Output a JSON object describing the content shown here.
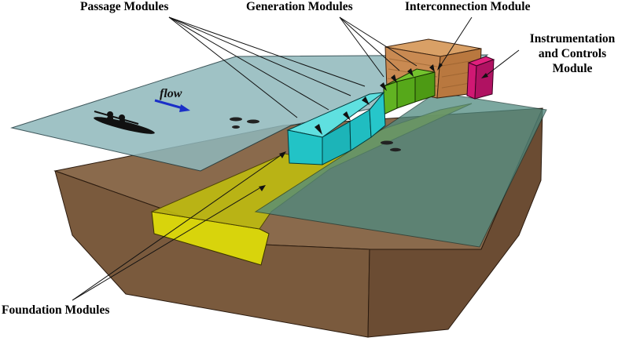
{
  "labels": {
    "passage": "Passage Modules",
    "generation": "Generation Modules",
    "interconnection": "Interconnection Module",
    "instrumentation_line1": "Instrumentation",
    "instrumentation_line2": "and Controls",
    "instrumentation_line3": "Module",
    "foundation": "Foundation Modules",
    "flow": "flow"
  },
  "colors": {
    "soil_top": "#8a6a4c",
    "soil_front": "#7a5a3d",
    "soil_side": "#6b4c33",
    "water_upstream": "#9fbfc4",
    "water_downstream": "#5f8a84",
    "passage_module": "#2bc4c8",
    "generation_module": "#55a61a",
    "interconnection_module": "#c98a52",
    "instrumentation_module": "#c0166a",
    "foundation_module": "#c8c40a",
    "flow_arrow": "#1b2fc8"
  },
  "icons": {
    "boat": "kayak-icon",
    "fish": "fish-icon"
  }
}
